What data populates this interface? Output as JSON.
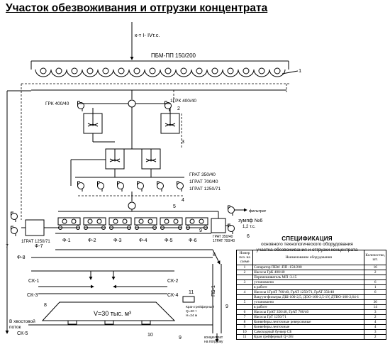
{
  "title": "Участок обезвоживания и отгрузки концентрата",
  "labels": {
    "feed": "к-т I- IVт.с.",
    "separators": "ПБМ-ПП 150/200",
    "pos1": "1",
    "pos2": "2",
    "pos3": "3",
    "pos4": "4",
    "pos5": "5",
    "pos6": "6",
    "pos7": "7",
    "pos8": "8",
    "pos8b": "8",
    "pos9a": "9",
    "pos9b": "9",
    "pos9c": "9",
    "pos10": "10",
    "pos11": "11",
    "grk_left": "ГРК 400/40",
    "grk_right": "1ГРК 400/40",
    "grat1": "ГРАТ 350/40",
    "grat2": "1ГРАТ 700/40",
    "grat3": "1ГРАТ 1250/71",
    "filtrate": "фильтрат",
    "sump": "зумпф №6",
    "sump_volume": "1,2 т.с.",
    "grat_left": "1ГРАТ 1250/71",
    "grat_right1": "ГРАТ 350/40",
    "grat_right2": "1ГРАТ 700/40",
    "f1": "Ф-1",
    "f2": "Ф-2",
    "f3": "Ф-3",
    "f4": "Ф-4",
    "f5": "Ф-5",
    "f6": "Ф-6",
    "f7": "Ф-7",
    "f8": "Ф-8",
    "sk1": "СК-1",
    "sk2": "СК-2",
    "sk3": "СК-3",
    "sk4": "СК-4",
    "sk5": "СК-5",
    "pb1": "ПБ-1",
    "bunker_volume": "V=30 тыс. м³",
    "crane1": "Кран грейферный",
    "crane2": "Q=20 т",
    "crane3": "Н=24 м",
    "tailings1": "В хвостовой",
    "tailings2": "поток",
    "loading1": "концентрат",
    "loading2": "на погрузку"
  },
  "spec": {
    "title": "СПЕЦИФИКАЦИЯ",
    "subtitle1": "основного технологического оборудования",
    "subtitle2": "участка обезвоживания и отгрузки концентрата",
    "headers": [
      "Номер поз. на схеме",
      "Наименование оборудования",
      "Количество, шт."
    ],
    "rows": [
      {
        "n": "1",
        "name": "Сепаратор ПБМ -ПП -150/200",
        "q": "16"
      },
      {
        "n": "2",
        "name": "Насосы ГрК 400/40",
        "q": "2"
      },
      {
        "n": "",
        "name": "Перемешиватель МП -3.15",
        "q": ""
      },
      {
        "n": "3",
        "name": "установлено",
        "q": "6"
      },
      {
        "n": "",
        "name": "в работе",
        "q": "1"
      },
      {
        "n": "4",
        "name": "Насосы 1ГрАТ 700/40, ГрАТ 1250/71, ГрАТ 350/40",
        "q": "6"
      },
      {
        "n": "",
        "name": "Вакуум-фильтры ДШ-100-2,5, ДОО-100-2,5-1У, ДТВО-100-2,64-1",
        "q": ""
      },
      {
        "n": "5",
        "name": "установлено",
        "q": "30"
      },
      {
        "n": "",
        "name": "в работе",
        "q": "14"
      },
      {
        "n": "6",
        "name": "Насосы ГрАТ 350/40, ГрАТ 700/40",
        "q": "3"
      },
      {
        "n": "7",
        "name": "Насосы ГрТ 1250/71",
        "q": "2"
      },
      {
        "n": "8",
        "name": "Конвейеры ленточные реверсивные",
        "q": "4"
      },
      {
        "n": "9",
        "name": "Конвейеры ленточные",
        "q": "4"
      },
      {
        "n": "10",
        "name": "Самоходный бункер СБ",
        "q": "3"
      },
      {
        "n": "11",
        "name": "Кран грейферный Q=20т",
        "q": "2"
      }
    ]
  }
}
